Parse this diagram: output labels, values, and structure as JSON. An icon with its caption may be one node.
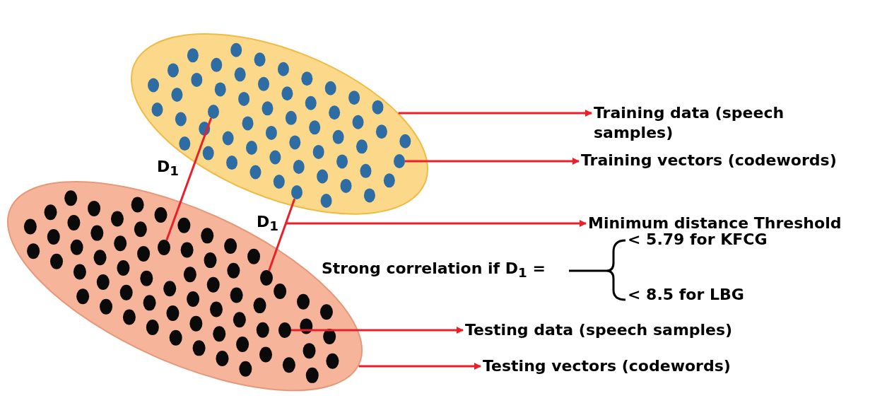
{
  "diagram": {
    "nodes": [
      {
        "text": [],
        "shape": "ellipse"
      },
      {
        "text": [],
        "shape": "circle",
        "in": 0
      },
      {
        "text": [],
        "shape": "circle",
        "in": 0
      },
      {
        "text": [],
        "shape": "circle",
        "in": 0
      },
      {
        "text": [],
        "shape": "ellipse"
      },
      {
        "text": [],
        "shape": "circle",
        "in": 4
      },
      {
        "text": [],
        "shape": "circle",
        "in": 4
      },
      {
        "text": [],
        "shape": "circle",
        "in": 4
      },
      {
        "text": [
          "Training data (speech samples)"
        ]
      },
      {
        "text": [
          "Training vectors (codewords)"
        ]
      },
      {
        "text": [
          "Minimum distance Threshold"
        ]
      },
      {
        "text": [
          "Testing data (speech samples)"
        ]
      },
      {
        "text": [
          "Testing vectors (codewords)"
        ]
      }
    ],
    "edges": [
      {
        "from": 0,
        "to": 8,
        "arrow": "to"
      },
      {
        "from": 3,
        "to": 9,
        "arrow": "to"
      },
      {
        "from": 1,
        "to": 5,
        "arrow": "none",
        "label": "D$_{1}$"
      },
      {
        "from": 2,
        "to": 6,
        "arrow": "none",
        "label": "D$_{1}$"
      },
      {
        "from": null,
        "to": 10,
        "arrow": "to"
      },
      {
        "from": 7,
        "to": 11,
        "arrow": "to"
      },
      {
        "from": 4,
        "to": 12,
        "arrow": "to"
      }
    ],
    "labels": [
      "Strong correlation if D$_{1}$ =",
      "< 5.79 for KFCG",
      "< 8.5 for LBG"
    ]
  }
}
